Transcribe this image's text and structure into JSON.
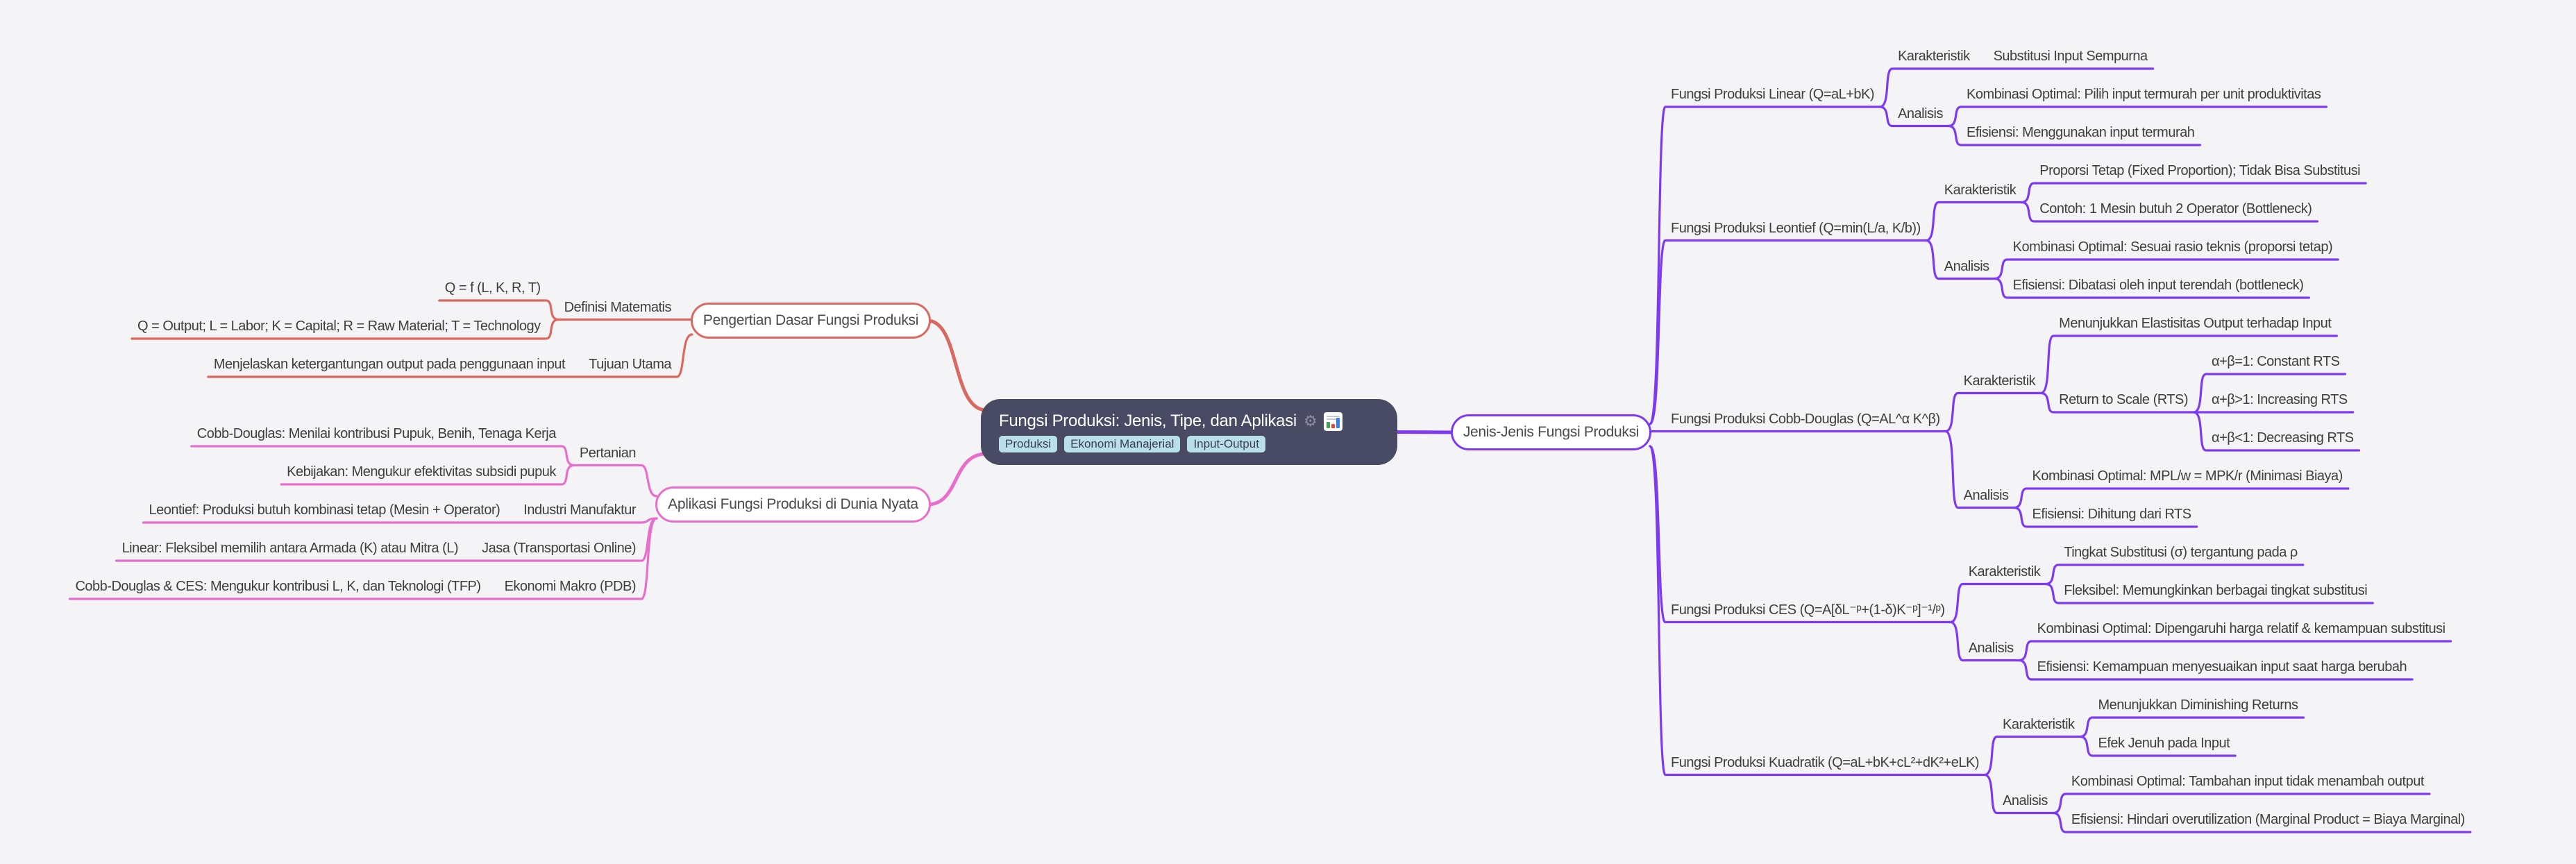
{
  "root": {
    "title": "Fungsi Produksi: Jenis, Tipe, dan Aplikasi",
    "tags": [
      "Produksi",
      "Ekonomi Manajerial",
      "Input-Output"
    ],
    "icons": [
      "gear-icon",
      "bar-chart-icon"
    ]
  },
  "colors": {
    "background": "#f4f4f6",
    "root_bg": "#494a64",
    "root_text": "#ffffff",
    "badge_bg": "#b9e0ea",
    "badge_text": "#3c3c55",
    "node_text": "#3e3e3e",
    "branch_red": "#d96960",
    "branch_pink": "#e76ecb",
    "branch_purple": "#7e3af2"
  },
  "branches": [
    {
      "label": "Pengertian Dasar Fungsi Produksi",
      "side": "left",
      "color": "#d96960",
      "children": [
        {
          "t": "Definisi Matematis",
          "c": [
            {
              "t": "Q = f (L, K, R, T)"
            },
            {
              "t": "Q = Output; L = Labor; K = Capital; R = Raw Material; T = Technology"
            }
          ]
        },
        {
          "t": "Tujuan Utama",
          "c": [
            {
              "t": "Menjelaskan ketergantungan output pada penggunaan input"
            }
          ]
        }
      ]
    },
    {
      "label": "Aplikasi Fungsi Produksi di Dunia Nyata",
      "side": "left",
      "color": "#e76ecb",
      "children": [
        {
          "t": "Pertanian",
          "c": [
            {
              "t": "Cobb-Douglas: Menilai kontribusi Pupuk, Benih, Tenaga Kerja"
            },
            {
              "t": "Kebijakan: Mengukur efektivitas subsidi pupuk"
            }
          ]
        },
        {
          "t": "Industri Manufaktur",
          "c": [
            {
              "t": "Leontief: Produksi butuh kombinasi tetap (Mesin + Operator)"
            }
          ]
        },
        {
          "t": "Jasa (Transportasi Online)",
          "c": [
            {
              "t": "Linear: Fleksibel memilih antara Armada (K) atau Mitra (L)"
            }
          ]
        },
        {
          "t": "Ekonomi Makro (PDB)",
          "c": [
            {
              "t": "Cobb-Douglas & CES: Mengukur kontribusi L, K, dan Teknologi (TFP)"
            }
          ]
        }
      ]
    },
    {
      "label": "Jenis-Jenis Fungsi Produksi",
      "side": "right",
      "color": "#7e3af2",
      "children": [
        {
          "t": "Fungsi Produksi Linear (Q=aL+bK)",
          "c": [
            {
              "t": "Karakteristik",
              "c": [
                {
                  "t": "Substitusi Input Sempurna"
                }
              ]
            },
            {
              "t": "Analisis",
              "c": [
                {
                  "t": "Kombinasi Optimal: Pilih input termurah per unit produktivitas"
                },
                {
                  "t": "Efisiensi: Menggunakan input termurah"
                }
              ]
            }
          ]
        },
        {
          "t": "Fungsi Produksi Leontief (Q=min(L/a, K/b))",
          "c": [
            {
              "t": "Karakteristik",
              "c": [
                {
                  "t": "Proporsi Tetap (Fixed Proportion); Tidak Bisa Substitusi"
                },
                {
                  "t": "Contoh: 1 Mesin butuh 2 Operator (Bottleneck)"
                }
              ]
            },
            {
              "t": "Analisis",
              "c": [
                {
                  "t": "Kombinasi Optimal: Sesuai rasio teknis (proporsi tetap)"
                },
                {
                  "t": "Efisiensi: Dibatasi oleh input terendah (bottleneck)"
                }
              ]
            }
          ]
        },
        {
          "t": "Fungsi Produksi Cobb-Douglas (Q=AL^α K^β)",
          "c": [
            {
              "t": "Karakteristik",
              "c": [
                {
                  "t": "Menunjukkan Elastisitas Output terhadap Input"
                },
                {
                  "t": "Return to Scale (RTS)",
                  "c": [
                    {
                      "t": "α+β=1: Constant RTS"
                    },
                    {
                      "t": "α+β>1: Increasing RTS"
                    },
                    {
                      "t": "α+β<1: Decreasing RTS"
                    }
                  ]
                }
              ]
            },
            {
              "t": "Analisis",
              "c": [
                {
                  "t": "Kombinasi Optimal: MPL/w = MPK/r (Minimasi Biaya)"
                },
                {
                  "t": "Efisiensi: Dihitung dari RTS"
                }
              ]
            }
          ]
        },
        {
          "t": "Fungsi Produksi CES (Q=A[δL⁻ᵖ+(1-δ)K⁻ᵖ]⁻¹/ᵖ)",
          "c": [
            {
              "t": "Karakteristik",
              "c": [
                {
                  "t": "Tingkat Substitusi (σ) tergantung pada ρ"
                },
                {
                  "t": "Fleksibel: Memungkinkan berbagai tingkat substitusi"
                }
              ]
            },
            {
              "t": "Analisis",
              "c": [
                {
                  "t": "Kombinasi Optimal: Dipengaruhi harga relatif & kemampuan substitusi"
                },
                {
                  "t": "Efisiensi: Kemampuan menyesuaikan input saat harga berubah"
                }
              ]
            }
          ]
        },
        {
          "t": "Fungsi Produksi Kuadratik (Q=aL+bK+cL²+dK²+eLK)",
          "c": [
            {
              "t": "Karakteristik",
              "c": [
                {
                  "t": "Menunjukkan Diminishing Returns"
                },
                {
                  "t": "Efek Jenuh pada Input"
                }
              ]
            },
            {
              "t": "Analisis",
              "c": [
                {
                  "t": "Kombinasi Optimal: Tambahan input tidak menambah output"
                },
                {
                  "t": "Efisiensi: Hindari overutilization (Marginal Product = Biaya Marginal)"
                }
              ]
            }
          ]
        }
      ]
    }
  ]
}
